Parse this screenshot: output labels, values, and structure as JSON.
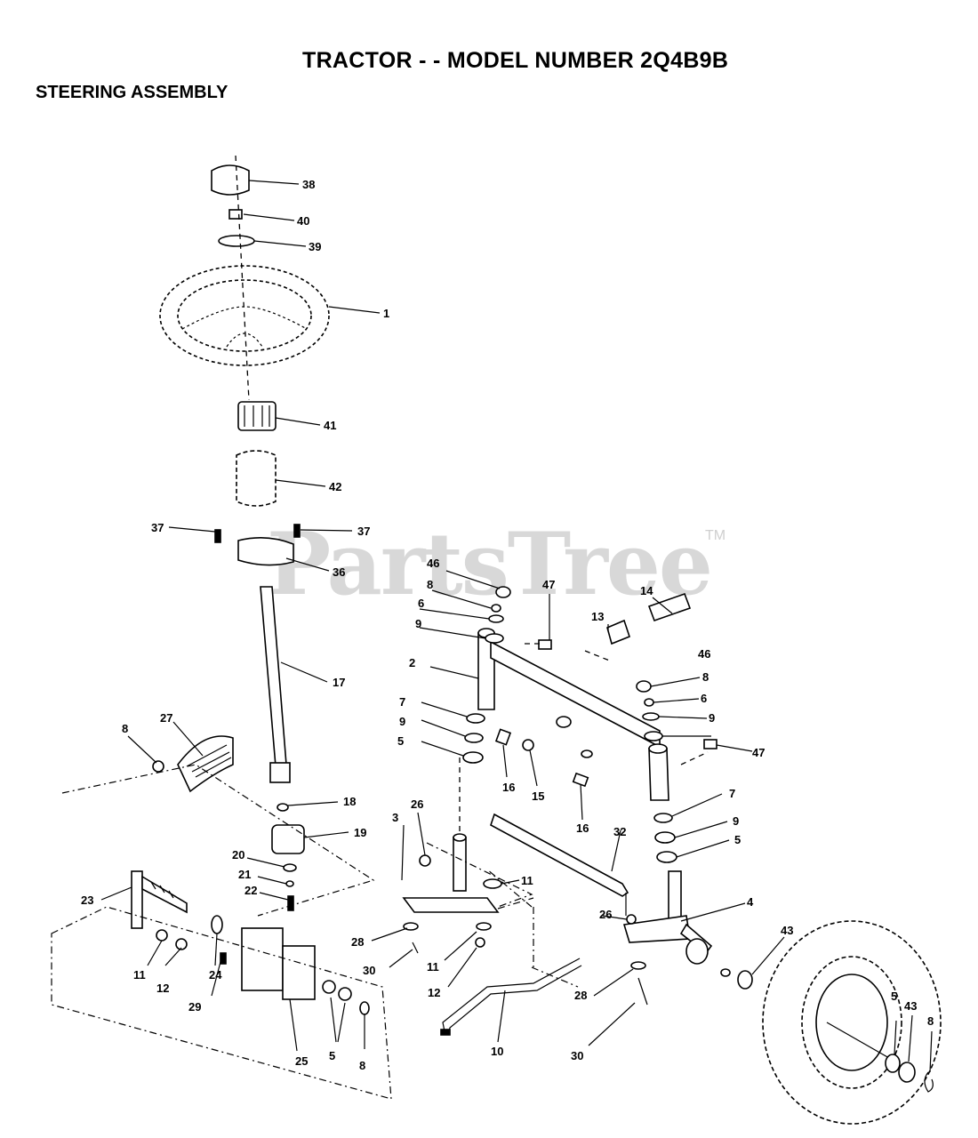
{
  "header": {
    "title": "TRACTOR - - MODEL NUMBER 2Q4B9B",
    "subtitle": "STEERING ASSEMBLY"
  },
  "watermark": {
    "text": "PartsTree",
    "trademark": "TM"
  },
  "callouts": {
    "c38": "38",
    "c40": "40",
    "c39": "39",
    "c1": "1",
    "c41": "41",
    "c42": "42",
    "c37a": "37",
    "c37b": "37",
    "c36": "36",
    "c17": "17",
    "c27": "27",
    "c8a": "8",
    "c18": "18",
    "c19": "19",
    "c20": "20",
    "c21": "21",
    "c22": "22",
    "c23": "23",
    "c11a": "11",
    "c12a": "12",
    "c24": "24",
    "c29": "29",
    "c25": "25",
    "c5a": "5",
    "c8b": "8",
    "c46a": "46",
    "c8c": "8",
    "c6a": "6",
    "c9a": "9",
    "c47a": "47",
    "c2": "2",
    "c7a": "7",
    "c9b": "9",
    "c5b": "5",
    "c16a": "16",
    "c15": "15",
    "c3": "3",
    "c26a": "26",
    "c11b": "11",
    "c28a": "28",
    "c30a": "30",
    "c11c": "11",
    "c12b": "12",
    "c10": "10",
    "c13": "13",
    "c14": "14",
    "c46b": "46",
    "c8d": "8",
    "c6b": "6",
    "c9c": "9",
    "c47b": "47",
    "c16b": "16",
    "c7b": "7",
    "c9d": "9",
    "c5c": "5",
    "c32": "32",
    "c4": "4",
    "c26b": "26",
    "c28b": "28",
    "c30b": "30",
    "c43a": "43",
    "c5d": "5",
    "c43b": "43",
    "c8e": "8"
  }
}
